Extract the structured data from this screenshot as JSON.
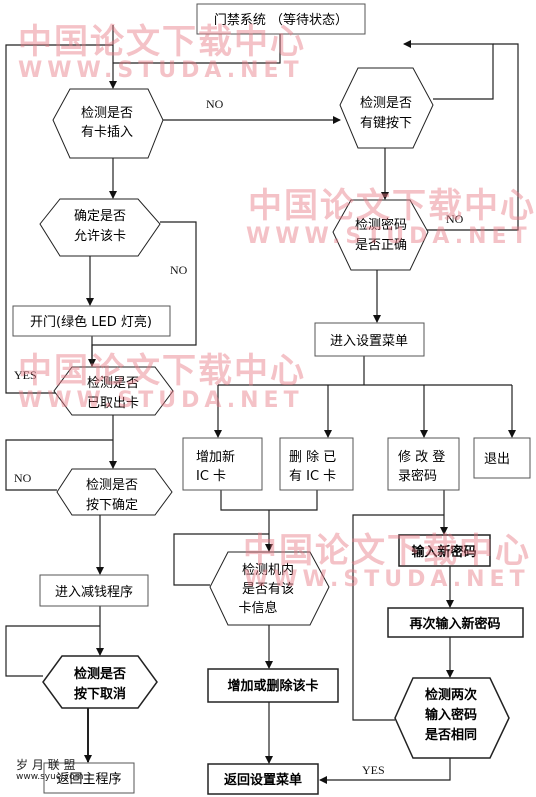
{
  "diagram": {
    "boxes": {
      "start": "门禁系统 （等待状态）",
      "open_door": "开门(绿色 LED 灯亮)",
      "enter_deduct": "进入减钱程序",
      "return_main": "返回主程序",
      "enter_settings": "进入设置菜单",
      "add_card": [
        "增加新",
        "IC 卡"
      ],
      "delete_card": [
        "删 除 已",
        "有 IC 卡"
      ],
      "change_password": [
        "修 改 登",
        "录密码"
      ],
      "exit": "退出",
      "input_new_password": "输入新密码",
      "reinput_new_password": "再次输入新密码",
      "add_or_delete": "增加或删除该卡",
      "return_settings": "返回设置菜单"
    },
    "decisions": {
      "card_inserted": [
        "检测是否",
        "有卡插入"
      ],
      "key_pressed": [
        "检测是否",
        "有键按下"
      ],
      "card_allowed": [
        "确定是否",
        "允许该卡"
      ],
      "password_correct": [
        "检测密码",
        "是否正确"
      ],
      "card_removed": [
        "检测是否",
        "已取出卡"
      ],
      "confirm_pressed": [
        "检测是否",
        "按下确定"
      ],
      "machine_has_card": [
        "检测机内",
        "是否有该",
        "卡信息"
      ],
      "cancel_pressed": [
        "检测是否",
        "按下取消"
      ],
      "passwords_match": [
        "检测两次",
        "输入密码",
        "是否相同"
      ]
    },
    "labels": {
      "no_1": "NO",
      "no_2": "NO",
      "no_3": "NO",
      "no_4": "NO",
      "yes_1": "YES",
      "yes_2": "YES"
    }
  },
  "watermark": {
    "cn": "中国论文下载中心",
    "en": "WWW.STUDA.NET",
    "color": "#e67882"
  },
  "footer": {
    "cn": "岁 月 联 盟",
    "url": "www.syue.com"
  }
}
